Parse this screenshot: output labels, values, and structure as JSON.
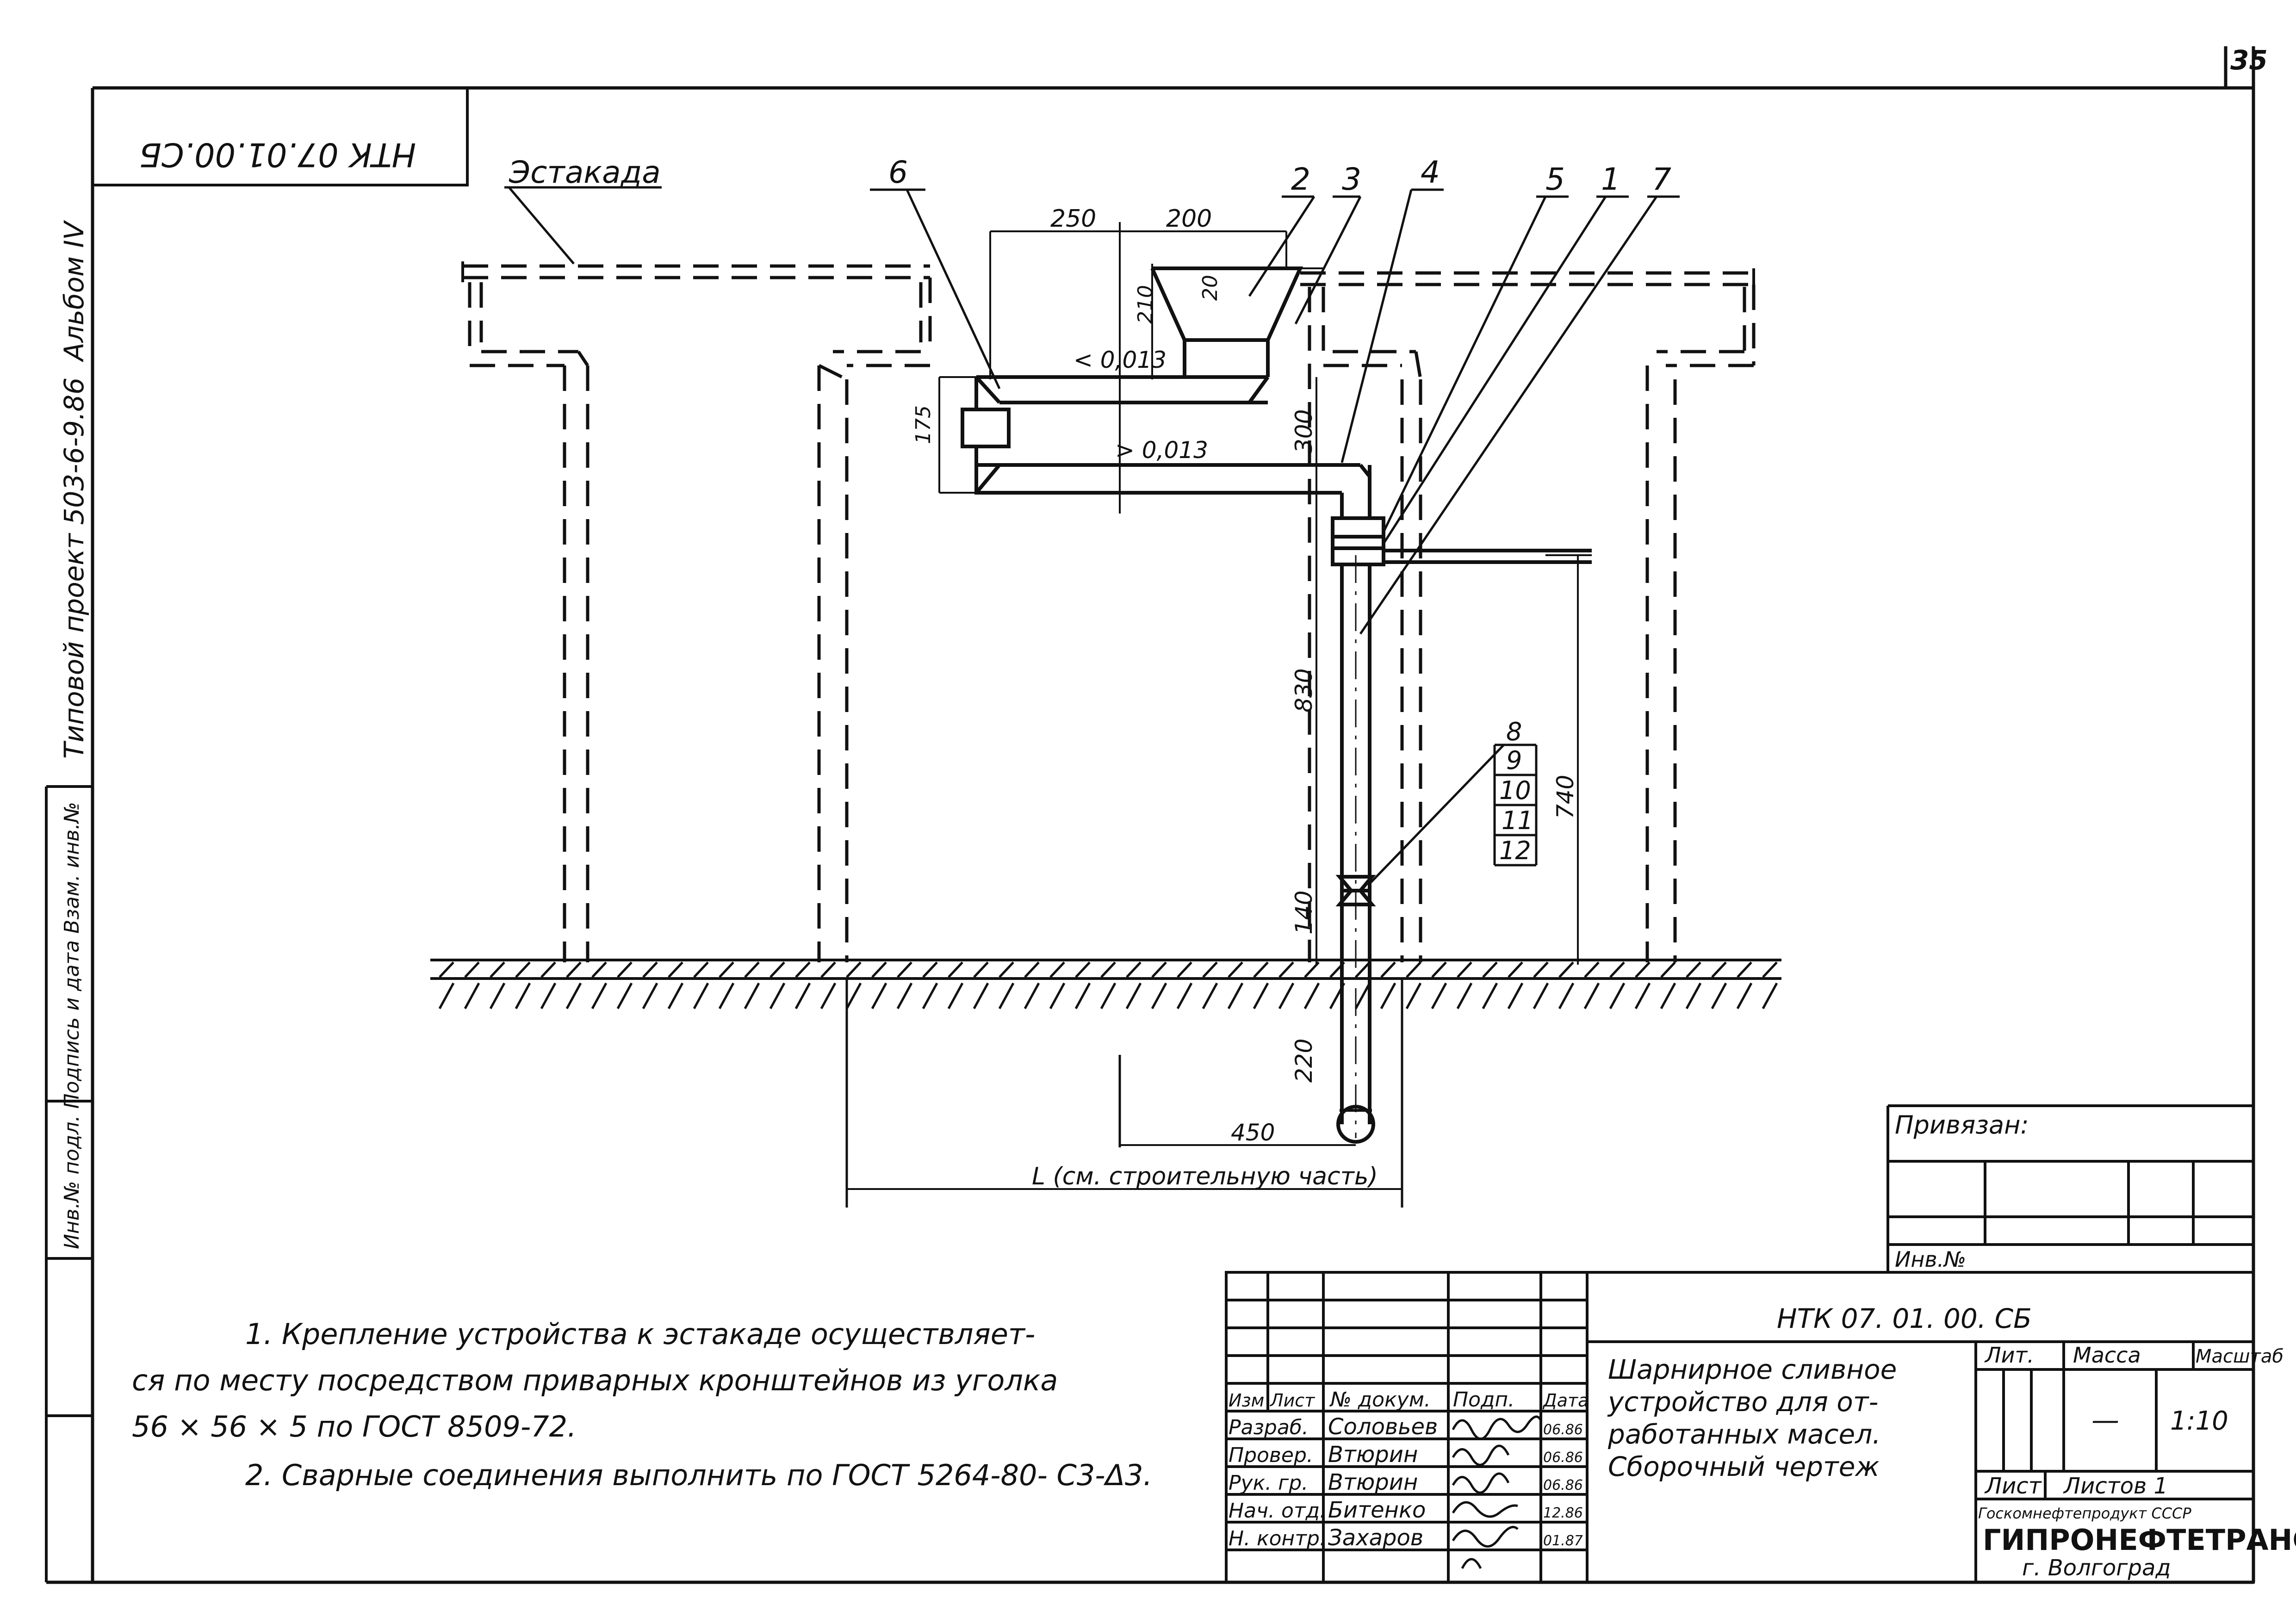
{
  "page_number": "35",
  "rotated_code": "НТК 07.01.00.СБ",
  "side_strip": {
    "project": "Типовой проект 503-6-9.86",
    "album": "Альбом IV",
    "stamp_text": "Инв.№ подл.  Подпись и дата  Взам. инв.№"
  },
  "drawing": {
    "estakada_label": "Эстакада",
    "callouts": [
      "6",
      "2",
      "3",
      "4",
      "5",
      "1",
      "7"
    ],
    "callout_box": [
      "8",
      "9",
      "10",
      "11",
      "12"
    ],
    "dimensions": {
      "d250": "250",
      "d200": "200",
      "d20": "20",
      "d210": "210",
      "d175": "175",
      "d300": "300",
      "d830": "830",
      "d740": "740",
      "d140": "140",
      "d220": "220",
      "d450": "450",
      "slope_top": "< 0,013",
      "slope_bottom": "> 0,013"
    },
    "length_label": "L (см. строительную часть)"
  },
  "notes": {
    "n1_line1": "1. Крепление устройства к эстакаде осуществляет-",
    "n1_line2": "ся по месту посредством приварных кронштейнов из уголка",
    "n1_line3": "56 × 56 × 5  по  ГОСТ 8509-72.",
    "n2": "2. Сварные соединения выполнить по ГОСТ 5264-80- С3-Δ3."
  },
  "privyazan": {
    "label": "Привязан:",
    "inv_label": "Инв.№"
  },
  "title_block": {
    "code": "НТК   07. 01. 00. СБ",
    "name_line1": "Шарнирное сливное",
    "name_line2": "устройство для от-",
    "name_line3": "работанных масел.",
    "name_line4": "Сборочный чертеж",
    "headers": {
      "izm": "Изм",
      "list": "Лист",
      "doc": "№ докум.",
      "podp": "Подп.",
      "date": "Дата"
    },
    "rows": [
      {
        "role": "Разраб.",
        "name": "Соловьев",
        "date": "06.86"
      },
      {
        "role": "Провер.",
        "name": "Втюрин",
        "date": "06.86"
      },
      {
        "role": "Рук. гр.",
        "name": "Втюрин",
        "date": "06.86"
      },
      {
        "role": "Нач. отд.",
        "name": "Битенко",
        "date": "12.86"
      },
      {
        "role": "Н. контр.",
        "name": "Захаров",
        "date": "01.87"
      }
    ],
    "lit_label": "Лит.",
    "mass_label": "Масса",
    "scale_label": "Масштаб",
    "mass_value": "—",
    "scale_value": "1:10",
    "sheet_label": "Лист",
    "sheets_label": "Листов 1",
    "org_small": "Госкомнефтепродукт СССР",
    "org_big": "ГИПРОНЕФТЕТРАНС",
    "city": "г. Волгоград"
  }
}
